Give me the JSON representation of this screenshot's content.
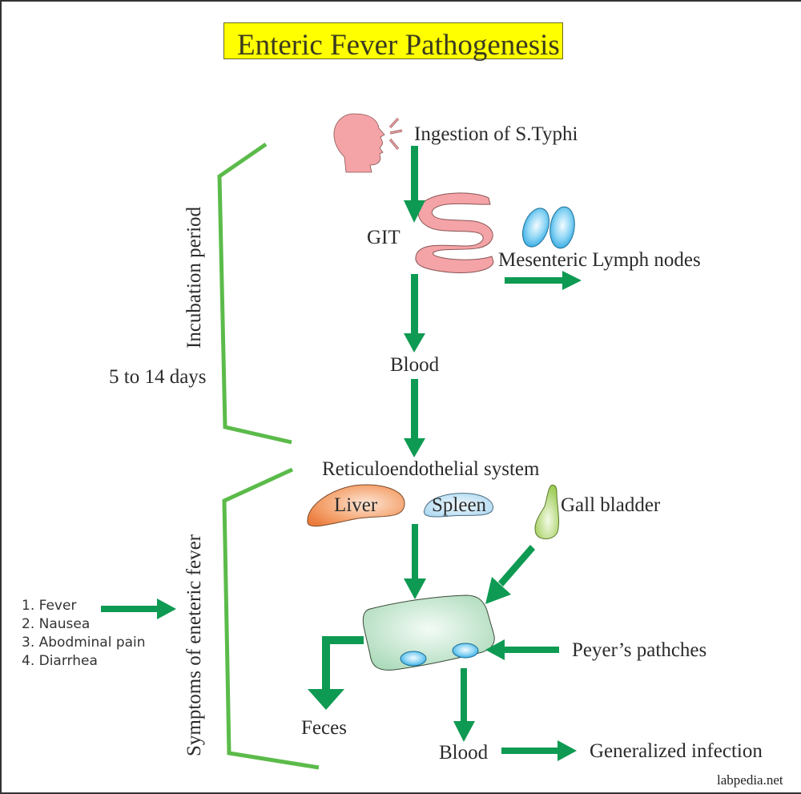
{
  "title": "Enteric Fever Pathogenesis",
  "labels": {
    "ingestion": "Ingestion of S.Typhi",
    "git": "GIT",
    "mesenteric": "Mesenteric Lymph nodes",
    "blood1": "Blood",
    "res": "Reticuloendothelial system",
    "liver": "Liver",
    "spleen": "Spleen",
    "gallbladder": "Gall bladder",
    "peyers": "Peyer’s pathches",
    "feces": "Feces",
    "blood2": "Blood",
    "generalized": "Generalized infection"
  },
  "incubation": {
    "label": "Incubation period",
    "duration": "5 to 14 days"
  },
  "symptoms": {
    "label": "Symptoms of eneteric fever",
    "items": [
      "1. Fever",
      "2. Nausea",
      "3. Abodminal pain",
      "4. Diarrhea"
    ]
  },
  "watermark": "labpedia.net",
  "colors": {
    "arrow": "#0e9a52",
    "bracket": "#5bbb4a",
    "title_bg": "#ffff00",
    "pink": "#f4a3a6",
    "lymph": "#39b2e6",
    "liver": "#f08a4b",
    "spleen": "#b9def2",
    "gallbladder": "#a8d060",
    "peyer": "#c8e8d2"
  }
}
